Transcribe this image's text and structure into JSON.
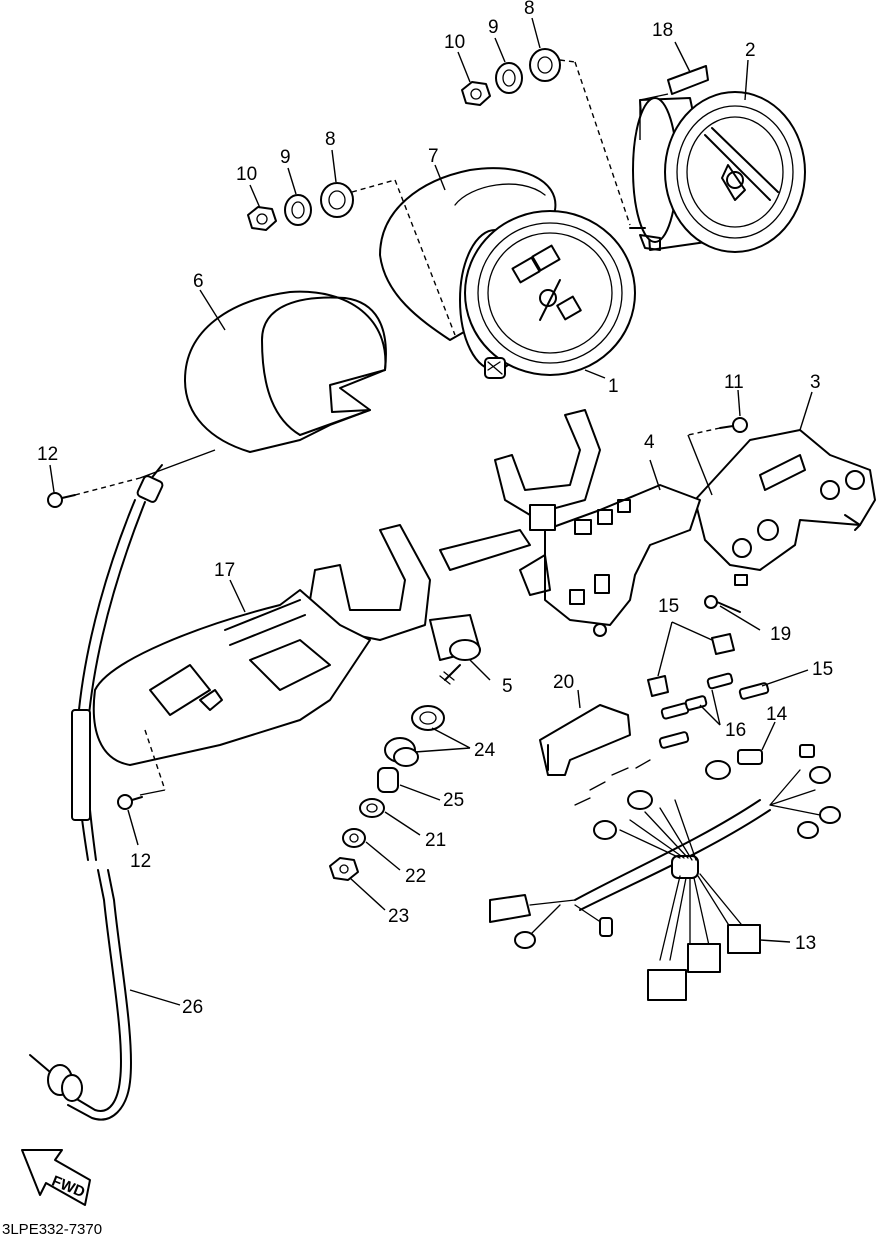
{
  "diagram_code": "3LPE332-7370",
  "direction_label": "FWD",
  "part_labels": [
    "1",
    "2",
    "3",
    "4",
    "5",
    "6",
    "7",
    "8",
    "8",
    "9",
    "9",
    "10",
    "10",
    "11",
    "12",
    "12",
    "13",
    "14",
    "15",
    "15",
    "16",
    "17",
    "18",
    "19",
    "20",
    "21",
    "22",
    "23",
    "24",
    "25",
    "26"
  ]
}
